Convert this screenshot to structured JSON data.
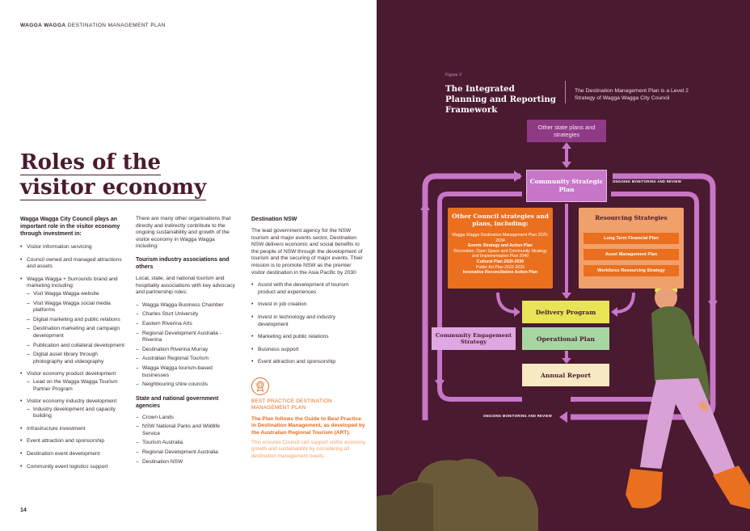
{
  "header": {
    "running_head_bold": "WAGGA WAGGA",
    "running_head_rest": "DESTINATION MANAGEMENT PLAN"
  },
  "title": {
    "line1": "Roles of the",
    "line2": "visitor economy"
  },
  "col1": {
    "lead": "Wagga Wagga City Council plays an important role in the visitor economy through investment in:",
    "items": [
      {
        "text": "Visitor information servicing",
        "sub": []
      },
      {
        "text": "Council owned and managed attractions and assets",
        "sub": []
      },
      {
        "text": "Wagga Wagga + Surrounds brand and marketing including:",
        "sub": [
          "Visit Wagga Wagga website",
          "Visit Wagga Wagga social media platforms",
          "Digital marketing and public relations",
          "Destination marketing and campaign development",
          "Publication and collateral development",
          "Digital asset library through photography and videography"
        ]
      },
      {
        "text": "Visitor economy product development",
        "sub": [
          "Lead on the Wagga Wagga Tourism Partner Program"
        ]
      },
      {
        "text": "Visitor economy industry development",
        "sub": [
          "Industry development and capacity building"
        ]
      },
      {
        "text": "Infrastructure investment",
        "sub": []
      },
      {
        "text": "Event attraction and sponsorship",
        "sub": []
      },
      {
        "text": "Destination event development",
        "sub": []
      },
      {
        "text": "Community event logistics support",
        "sub": []
      }
    ]
  },
  "col2": {
    "intro": "There are many other organisations that directly and indirectly contribute to the ongoing sustainability and growth of the visitor economy in Wagga Wagga including:",
    "h1": "Tourism industry associations and others",
    "p1": "Local, state, and national tourism and hospitality associations with key advocacy and partnership roles:",
    "list1": [
      "Wagga Wagga Business Chamber",
      "Charles Sturt University",
      "Eastern Riverina Arts",
      "Regional Development Australia - Riverina",
      "Destination Riverina Murray",
      "Australian Regional Tourism",
      "Wagga Wagga tourism-based businesses",
      "Neighbouring shire councils"
    ],
    "h2": "State and national government agencies",
    "list2": [
      "Crown Lands",
      "NSW National Parks and Wildlife Service",
      "Tourism Australia",
      "Regional Development Australia",
      "Destination NSW"
    ]
  },
  "col3": {
    "h": "Destination NSW",
    "p": "The lead government agency for the NSW tourism and major events sector, Destination NSW delivers economic and social benefits to the people of NSW through the development of tourism and the securing of major events. Their mission is to promote NSW as the premier visitor destination in the Asia Pacific by 2030",
    "items": [
      "Assist with the development of tourism product and experiences",
      "Invest in job creation",
      "Invest in technology and industry development",
      "Marketing and public relations",
      "Business support",
      "Event attraction and sponsorship"
    ],
    "bp_title": "BEST PRACTICE DESTINATION MANAGEMENT PLAN",
    "bp_bold": "The Plan follows the Guide to Best Practice in Destination Management, as developed by the Australian Regional Tourism (ART).",
    "bp_body": "This ensures Council can support visitor economy growth and sustainability by considering all destination management needs."
  },
  "page_number": "14",
  "figure": {
    "label": "Figure 2",
    "title": "The Integrated Planning and Reporting Framework",
    "description": "The Destination Management Plan is a Level 2 Strategy of Wagga Wagga City Council",
    "state_plans": "Other state plans and strategies",
    "csp": "Community Strategic Plan",
    "ocs_heading": "Other Council strategies and plans, including:",
    "ocs_lines": [
      {
        "text": "Wagga Wagga Destination Management Plan 2025-2034",
        "bold": false
      },
      {
        "text": "Events Strategy and Action Plan",
        "bold": true
      },
      {
        "text": "Recreation, Open Space and Community Strategy and Implementation Plan 2040",
        "bold": false
      },
      {
        "text": "Cultural Plan 2020-2030",
        "bold": true
      },
      {
        "text": "Public Art Plan 2022-2026",
        "bold": false
      },
      {
        "text": "Innovative Reconciliation Action Plan",
        "bold": true
      }
    ],
    "rs_heading": "Resourcing Strategies",
    "rs_items": [
      "Long Term Financial Plan",
      "Asset Management Plan",
      "Workforce Resourcing Strategy"
    ],
    "delivery": "Delivery Program",
    "operational": "Operational Plan",
    "community_engagement": "Community Engagement Strategy",
    "annual_report": "Annual Report",
    "loop_label_top": "ONGOING MONITORING AND REVIEW",
    "loop_label_bottom": "ONGOING MONITORING AND REVIEW"
  },
  "colors": {
    "plum": "#4a1a30",
    "orange": "#ea6f1e",
    "lilac": "#c776c8",
    "yellow": "#e7e556",
    "green": "#a7d6a3"
  }
}
